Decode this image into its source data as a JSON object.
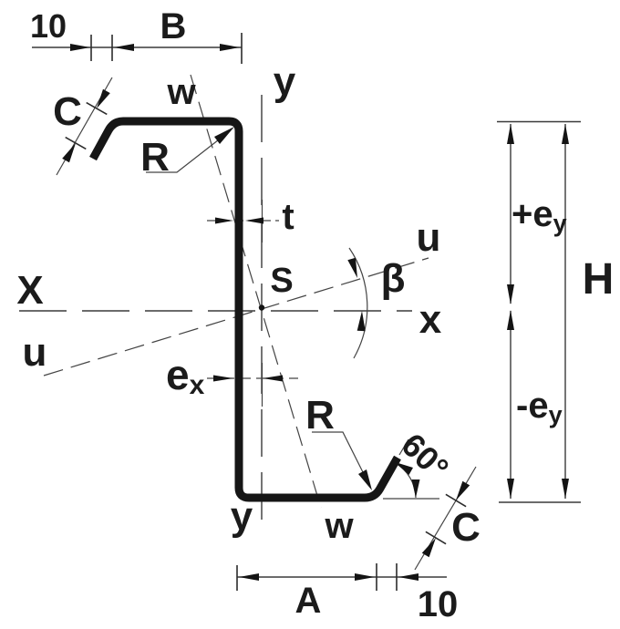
{
  "drawing": {
    "description_type": "technical-section-drawing",
    "colors": {
      "ink": "#1b1b1b",
      "thin_line": "#3a3a3a",
      "background": "#ffffff"
    },
    "dims": {
      "lip_top": "10",
      "flange_top": "B",
      "lip_len_top": "C",
      "thickness": "t",
      "ecc_x_main": "e",
      "ecc_x_sub": "x",
      "flange_bottom": "A",
      "lip_bottom": "10",
      "lip_len_bottom": "C",
      "height": "H",
      "ecc_y_pos_main": "+e",
      "ecc_y_pos_sub": "y",
      "ecc_y_neg_main": "-e",
      "ecc_y_neg_sub": "y",
      "lip_angle": "60°",
      "radius": "R"
    },
    "axes": {
      "major_left": "X",
      "major_right": "x",
      "vert_top": "y",
      "vert_bottom": "y",
      "princ_u_left": "u",
      "princ_u_right": "u",
      "princ_w_top": "w",
      "princ_w_bottom": "w",
      "centroid": "S",
      "princ_angle": "β"
    }
  }
}
